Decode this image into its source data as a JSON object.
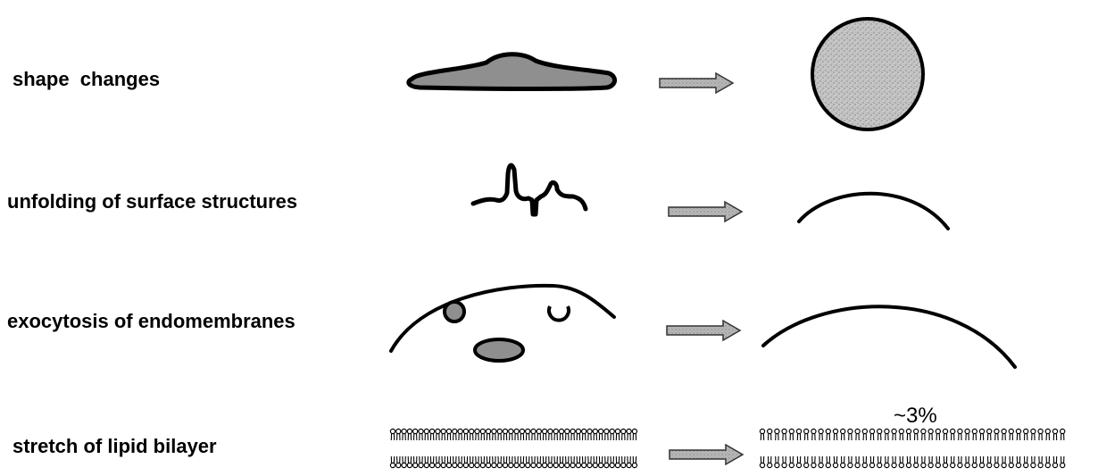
{
  "rows": [
    {
      "label": "shape  changes"
    },
    {
      "label": "unfolding of surface structures"
    },
    {
      "label": "exocytosis of endomembranes"
    },
    {
      "label": "stretch of lipid bilayer"
    }
  ],
  "stretch_percent_label": "~3%",
  "colors": {
    "outline": "#000000",
    "fill_gray": "#9a9a9a",
    "fill_light": "#c4c4c4",
    "arrow_fill": "#b8b8b8"
  }
}
